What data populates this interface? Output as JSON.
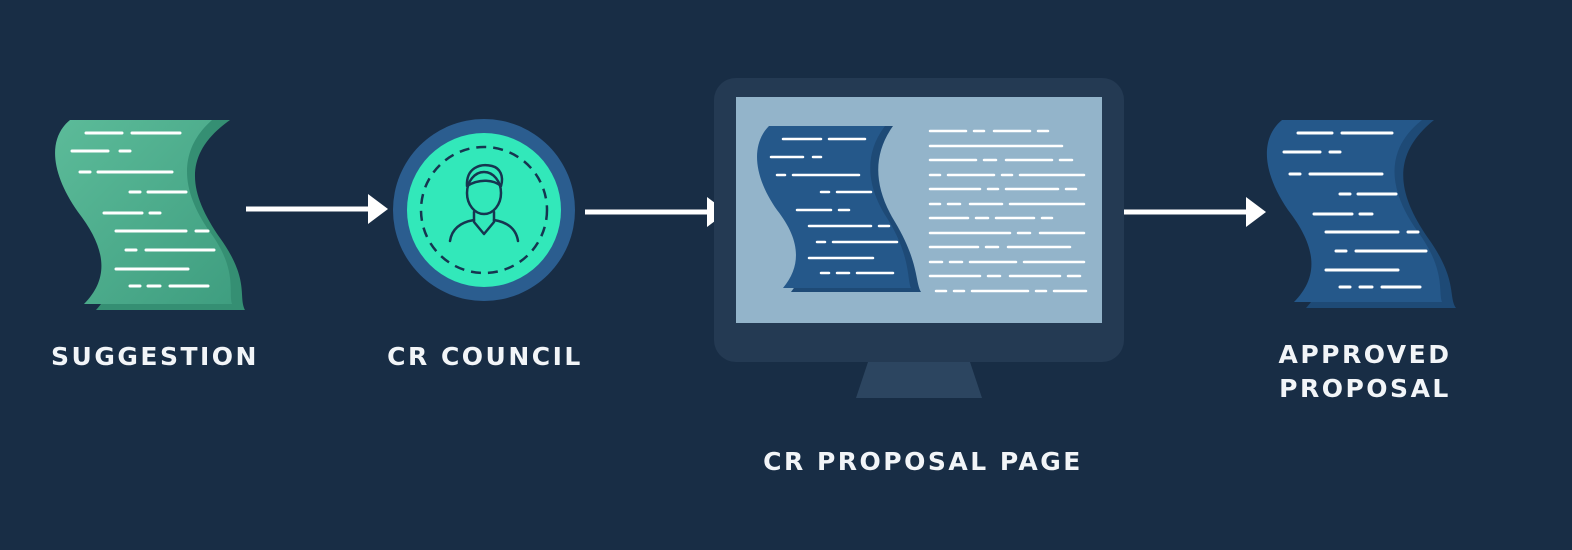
{
  "colors": {
    "background": "#182d45",
    "scroll_green": "#3da282",
    "scroll_green_light": "#56b795",
    "scroll_blue": "#25588a",
    "council_ring": "#2b5d8f",
    "council_fill": "#32e8ba",
    "monitor_frame": "#243a53",
    "monitor_screen": "#93b4ca",
    "arrow": "#ffffff",
    "text": "#f2f5f8"
  },
  "nodes": [
    {
      "id": "suggestion",
      "label": "SUGGESTION",
      "icon": "scroll-document-icon"
    },
    {
      "id": "cr-council",
      "label": "CR COUNCIL",
      "icon": "person-avatar-icon"
    },
    {
      "id": "cr-proposal-page",
      "label": "CR PROPOSAL PAGE",
      "icon": "monitor-icon"
    },
    {
      "id": "approved-proposal",
      "label_line1": "APPROVED",
      "label_line2": "PROPOSAL",
      "icon": "scroll-document-icon"
    }
  ],
  "edges": [
    {
      "from": "suggestion",
      "to": "cr-council"
    },
    {
      "from": "cr-council",
      "to": "cr-proposal-page"
    },
    {
      "from": "cr-proposal-page",
      "to": "approved-proposal"
    }
  ]
}
